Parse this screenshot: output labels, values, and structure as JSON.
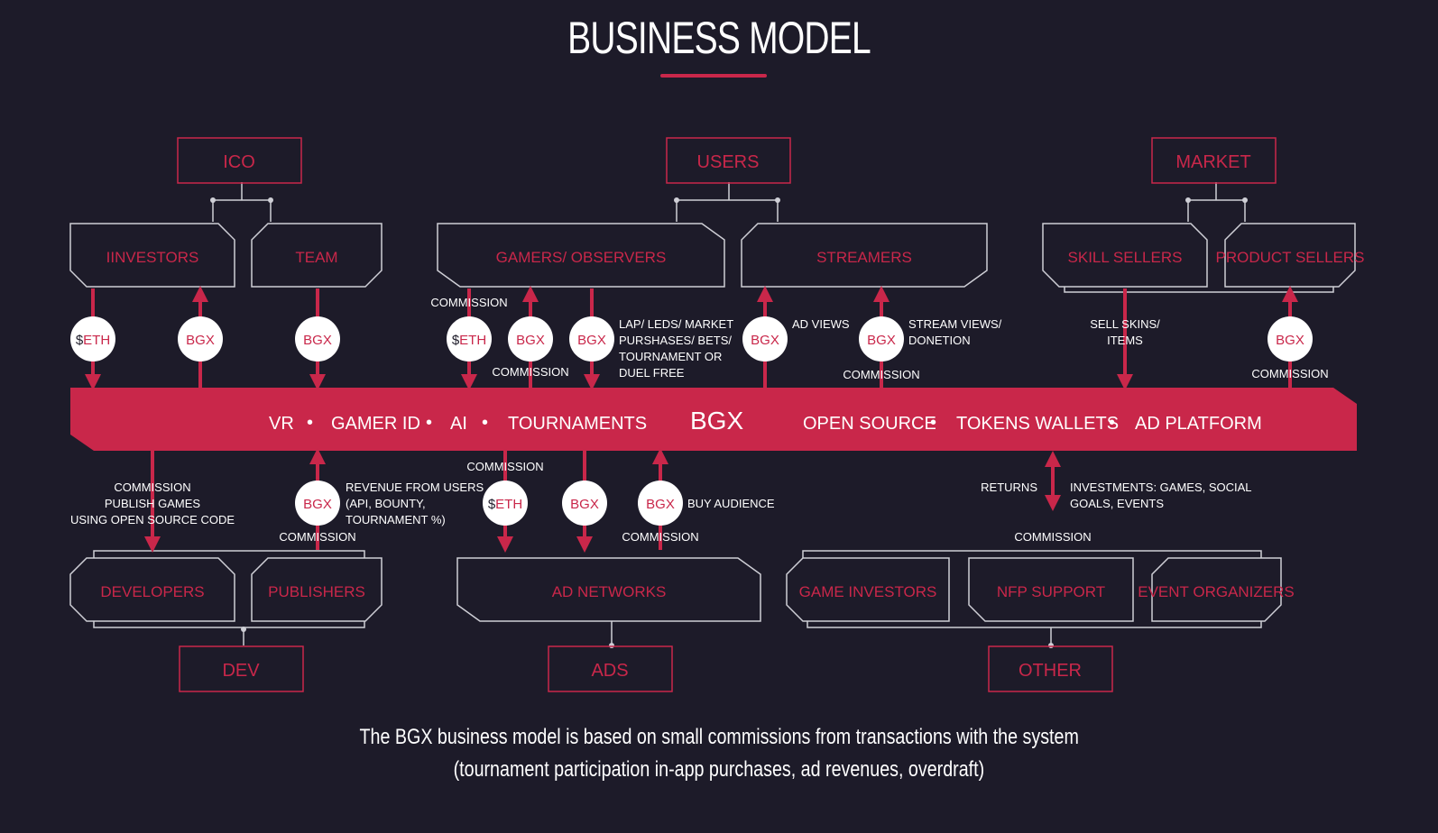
{
  "title": "BUSINESS MODEL",
  "top_categories": {
    "ico": "ICO",
    "users": "USERS",
    "market": "MARKET"
  },
  "bottom_categories": {
    "dev": "DEV",
    "ads": "ADS",
    "other": "OTHER"
  },
  "top_groups": {
    "investors": "IINVESTORS",
    "team": "TEAM",
    "gamers": "GAMERS/ OBSERVERS",
    "streamers": "STREAMERS",
    "skill_sellers": "SKILL SELLERS",
    "product_sellers": "PRODUCT SELLERS"
  },
  "bottom_groups": {
    "developers": "DEVELOPERS",
    "publishers": "PUBLISHERS",
    "ad_networks": "AD NETWORKS",
    "game_investors": "GAME INVESTORS",
    "nfp_support": "NFP SUPPORT",
    "event_organizers": "EVENT ORGANIZERS"
  },
  "tokens": {
    "eth": "ETH",
    "eth_symbol": "$",
    "bgx": "BGX"
  },
  "bar": {
    "vr": "VR",
    "gamer_id": "GAMER ID",
    "ai": "AI",
    "tournaments": "TOURNAMENTS",
    "center": "BGX",
    "open_source": "OPEN SOURCE",
    "tokens_wallets": "TOKENS WALLETS",
    "ad_platform": "AD PLATFORM",
    "separator": "•"
  },
  "labels": {
    "commission": "COMMISSION",
    "lap_leds": [
      "LAP/ LEDS/ MARKET",
      "PURSHASES/ BETS/",
      "TOURNAMENT OR",
      "DUEL FREE"
    ],
    "ad_views": "AD VIEWS",
    "stream_views": [
      "STREAM VIEWS/",
      "DONETION"
    ],
    "sell_skins": [
      "SELL SKINS/",
      "ITEMS"
    ],
    "commission_publish": [
      "COMMISSION",
      "PUBLISH GAMES",
      "USING OPEN SOURCE CODE"
    ],
    "revenue_users": [
      "REVENUE FROM USERS",
      "(API, BOUNTY,",
      "TOURNAMENT %)"
    ],
    "buy_audience": "BUY AUDIENCE",
    "returns": "RETURNS",
    "investments": [
      "INVESTMENTS: GAMES, SOCIAL",
      "GOALS, EVENTS"
    ]
  },
  "footer": {
    "line1": "The BGX business model is based on small commissions from transactions with the system",
    "line2": "(tournament participation in-app purchases, ad revenues, overdraft)"
  },
  "colors": {
    "background": "#1d1b29",
    "accent": "#c9274a",
    "outline": "#cfcfd6",
    "text": "#ffffff"
  }
}
